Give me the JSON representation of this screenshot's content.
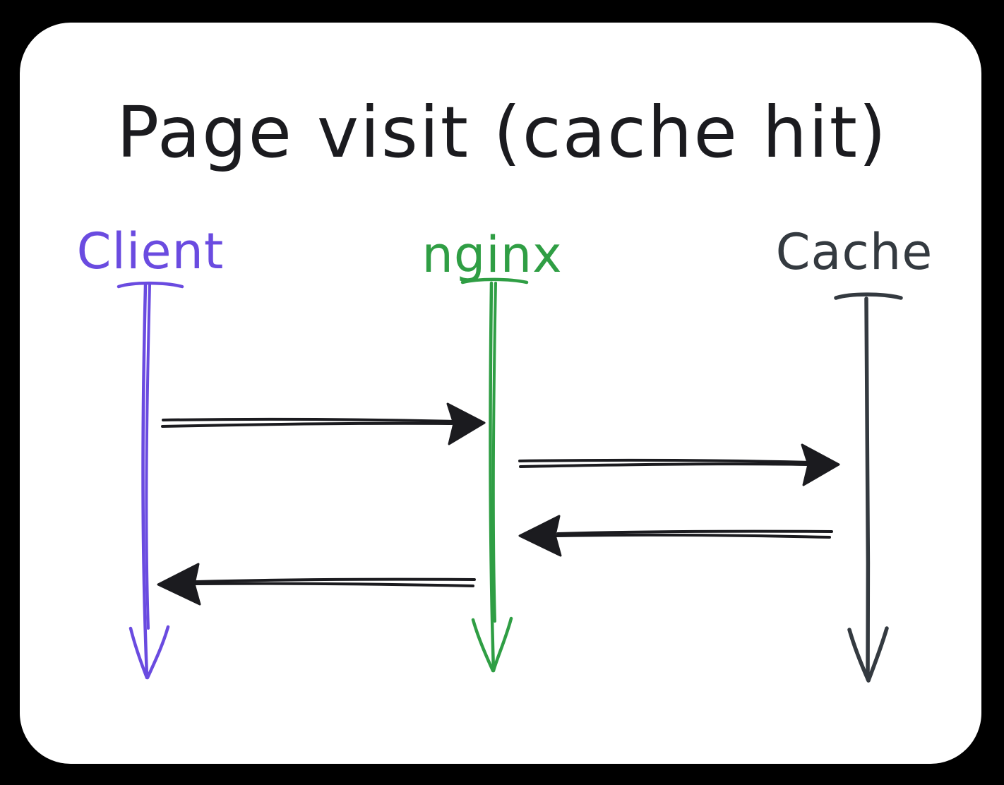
{
  "canvas": {
    "background": "#ffffff",
    "page_background": "#000000"
  },
  "diagram": {
    "title": "Page visit (cache hit)",
    "title_color": "#1b1b1f",
    "arrow_color": "#1b1b1f",
    "actors": [
      {
        "id": "client",
        "label": "Client",
        "color": "#6a4be0"
      },
      {
        "id": "nginx",
        "label": "nginx",
        "color": "#2f9e44"
      },
      {
        "id": "cache",
        "label": "Cache",
        "color": "#343a40"
      }
    ],
    "messages": [
      {
        "order": 1,
        "from": "Client",
        "to": "nginx",
        "direction": "right"
      },
      {
        "order": 2,
        "from": "nginx",
        "to": "Cache",
        "direction": "right"
      },
      {
        "order": 3,
        "from": "Cache",
        "to": "nginx",
        "direction": "left"
      },
      {
        "order": 4,
        "from": "nginx",
        "to": "Client",
        "direction": "left"
      }
    ]
  }
}
